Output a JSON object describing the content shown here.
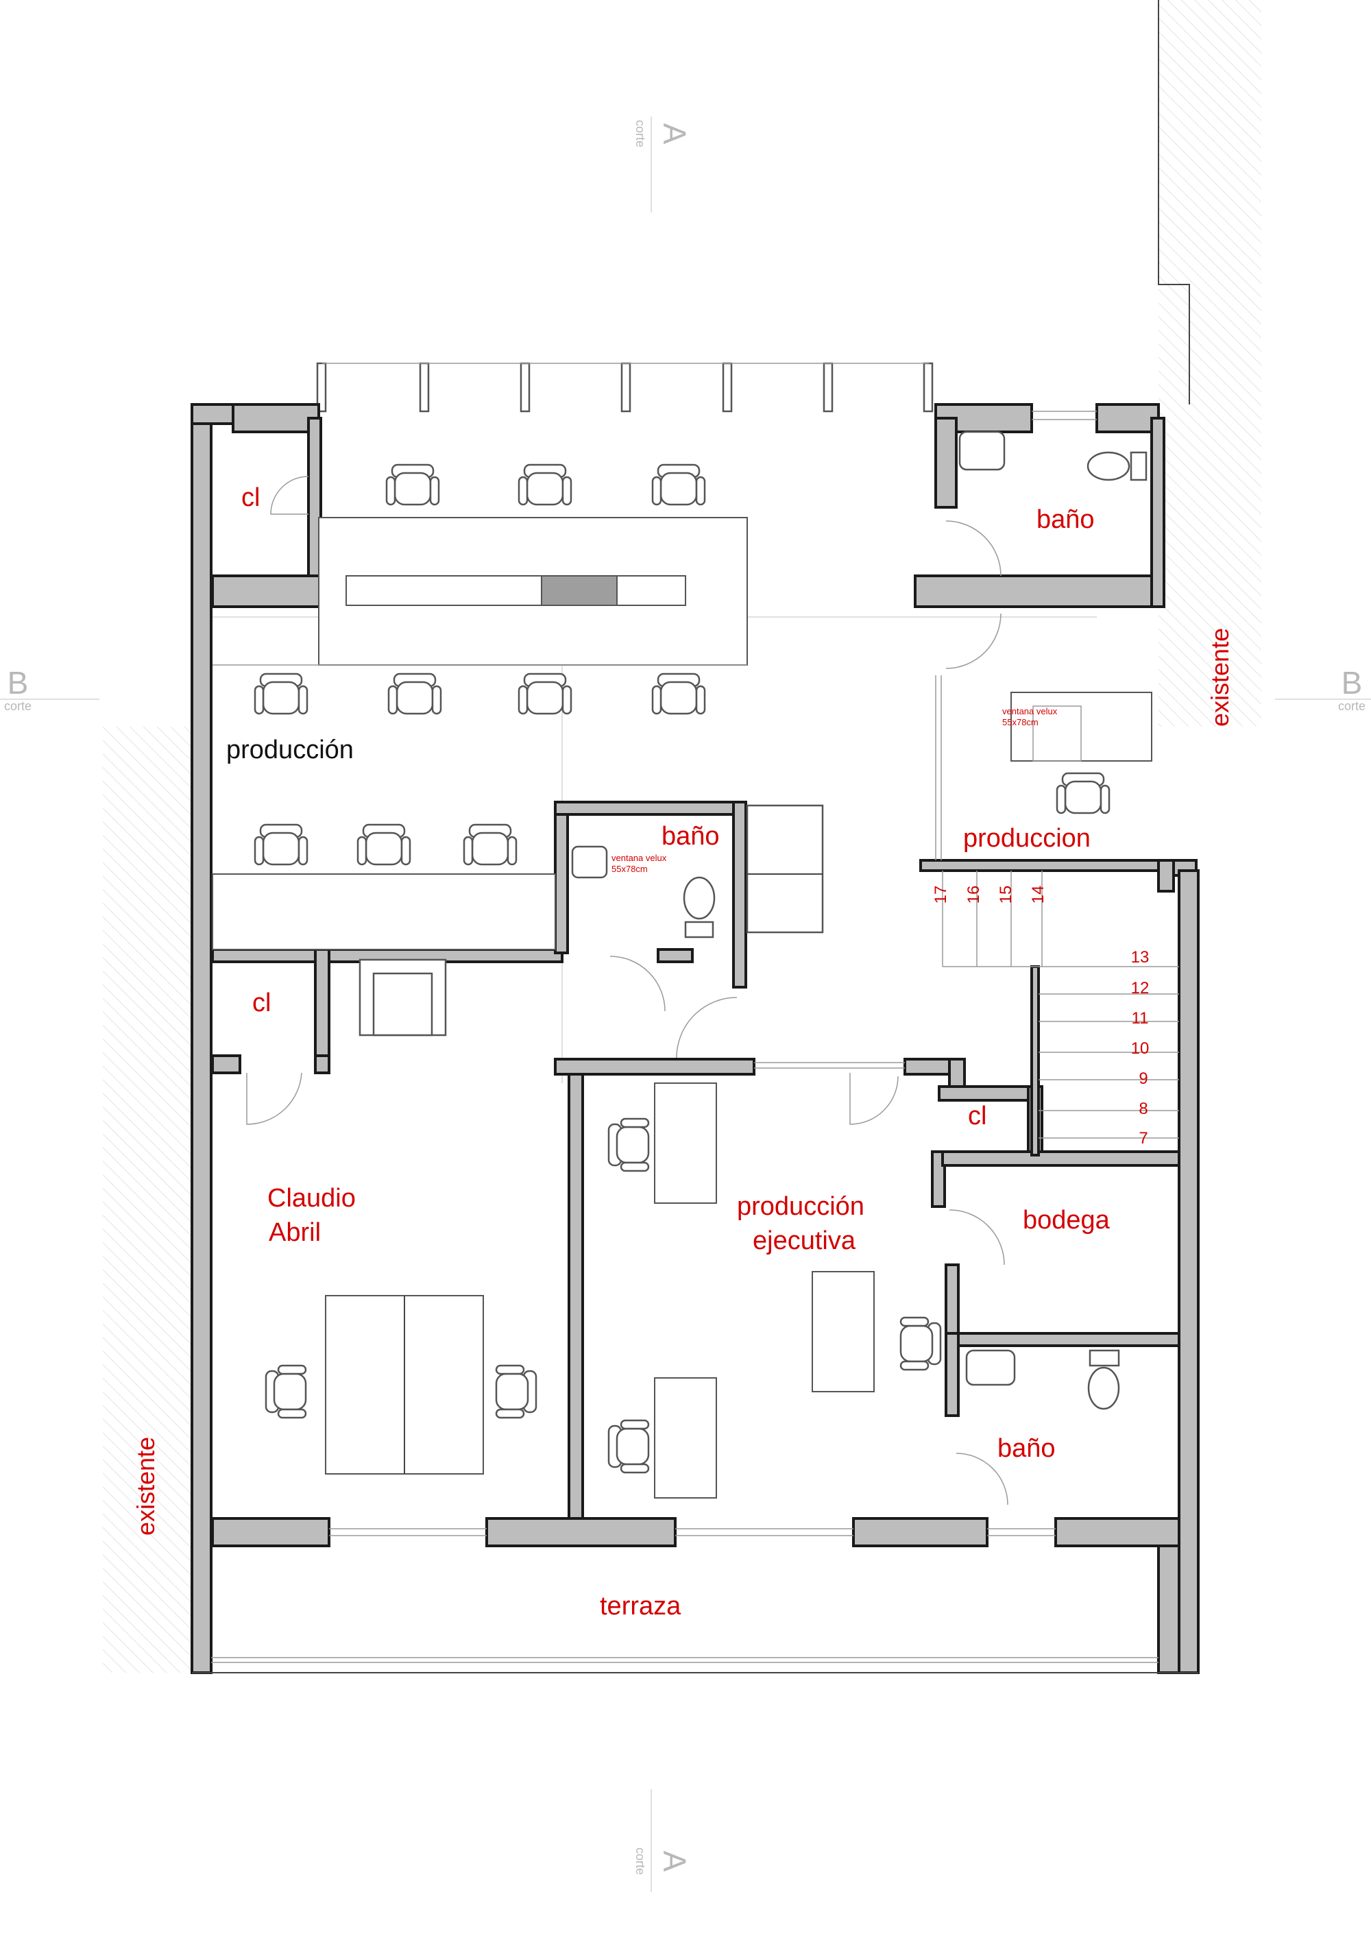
{
  "rooms": {
    "produccion_main": "producción",
    "cl_top": "cl",
    "cl_mid": "cl",
    "cl_right": "cl",
    "bano_top_right": "baño",
    "bano_center": "baño",
    "bano_bottom_right": "baño",
    "produccion_right": "produccion",
    "claudio_line1": "Claudio",
    "claudio_line2": "Abril",
    "prod_ejecutiva_line1": "producción",
    "prod_ejecutiva_line2": "ejecutiva",
    "bodega": "bodega",
    "terraza": "terraza",
    "existente_right": "existente",
    "existente_left": "existente"
  },
  "notes": {
    "velux_a_line1": "ventana velux",
    "velux_a_line2": "55x78cm",
    "velux_b_line1": "ventana velux",
    "velux_b_line2": "55x78cm"
  },
  "stairs": {
    "steps_top": [
      "17",
      "16",
      "15",
      "14"
    ],
    "steps_side": [
      "13",
      "12",
      "11",
      "10",
      "9",
      "8",
      "7"
    ]
  },
  "section_marks": {
    "a_top_letter": "A",
    "a_top_word": "corte",
    "a_bottom_letter": "A",
    "a_bottom_word": "corte",
    "b_left_letter": "B",
    "b_left_word": "corte",
    "b_right_letter": "B",
    "b_right_word": "corte"
  },
  "colors": {
    "label_red": "#d40000",
    "wall_fill": "#bdbdbd",
    "label_black": "#111111"
  }
}
